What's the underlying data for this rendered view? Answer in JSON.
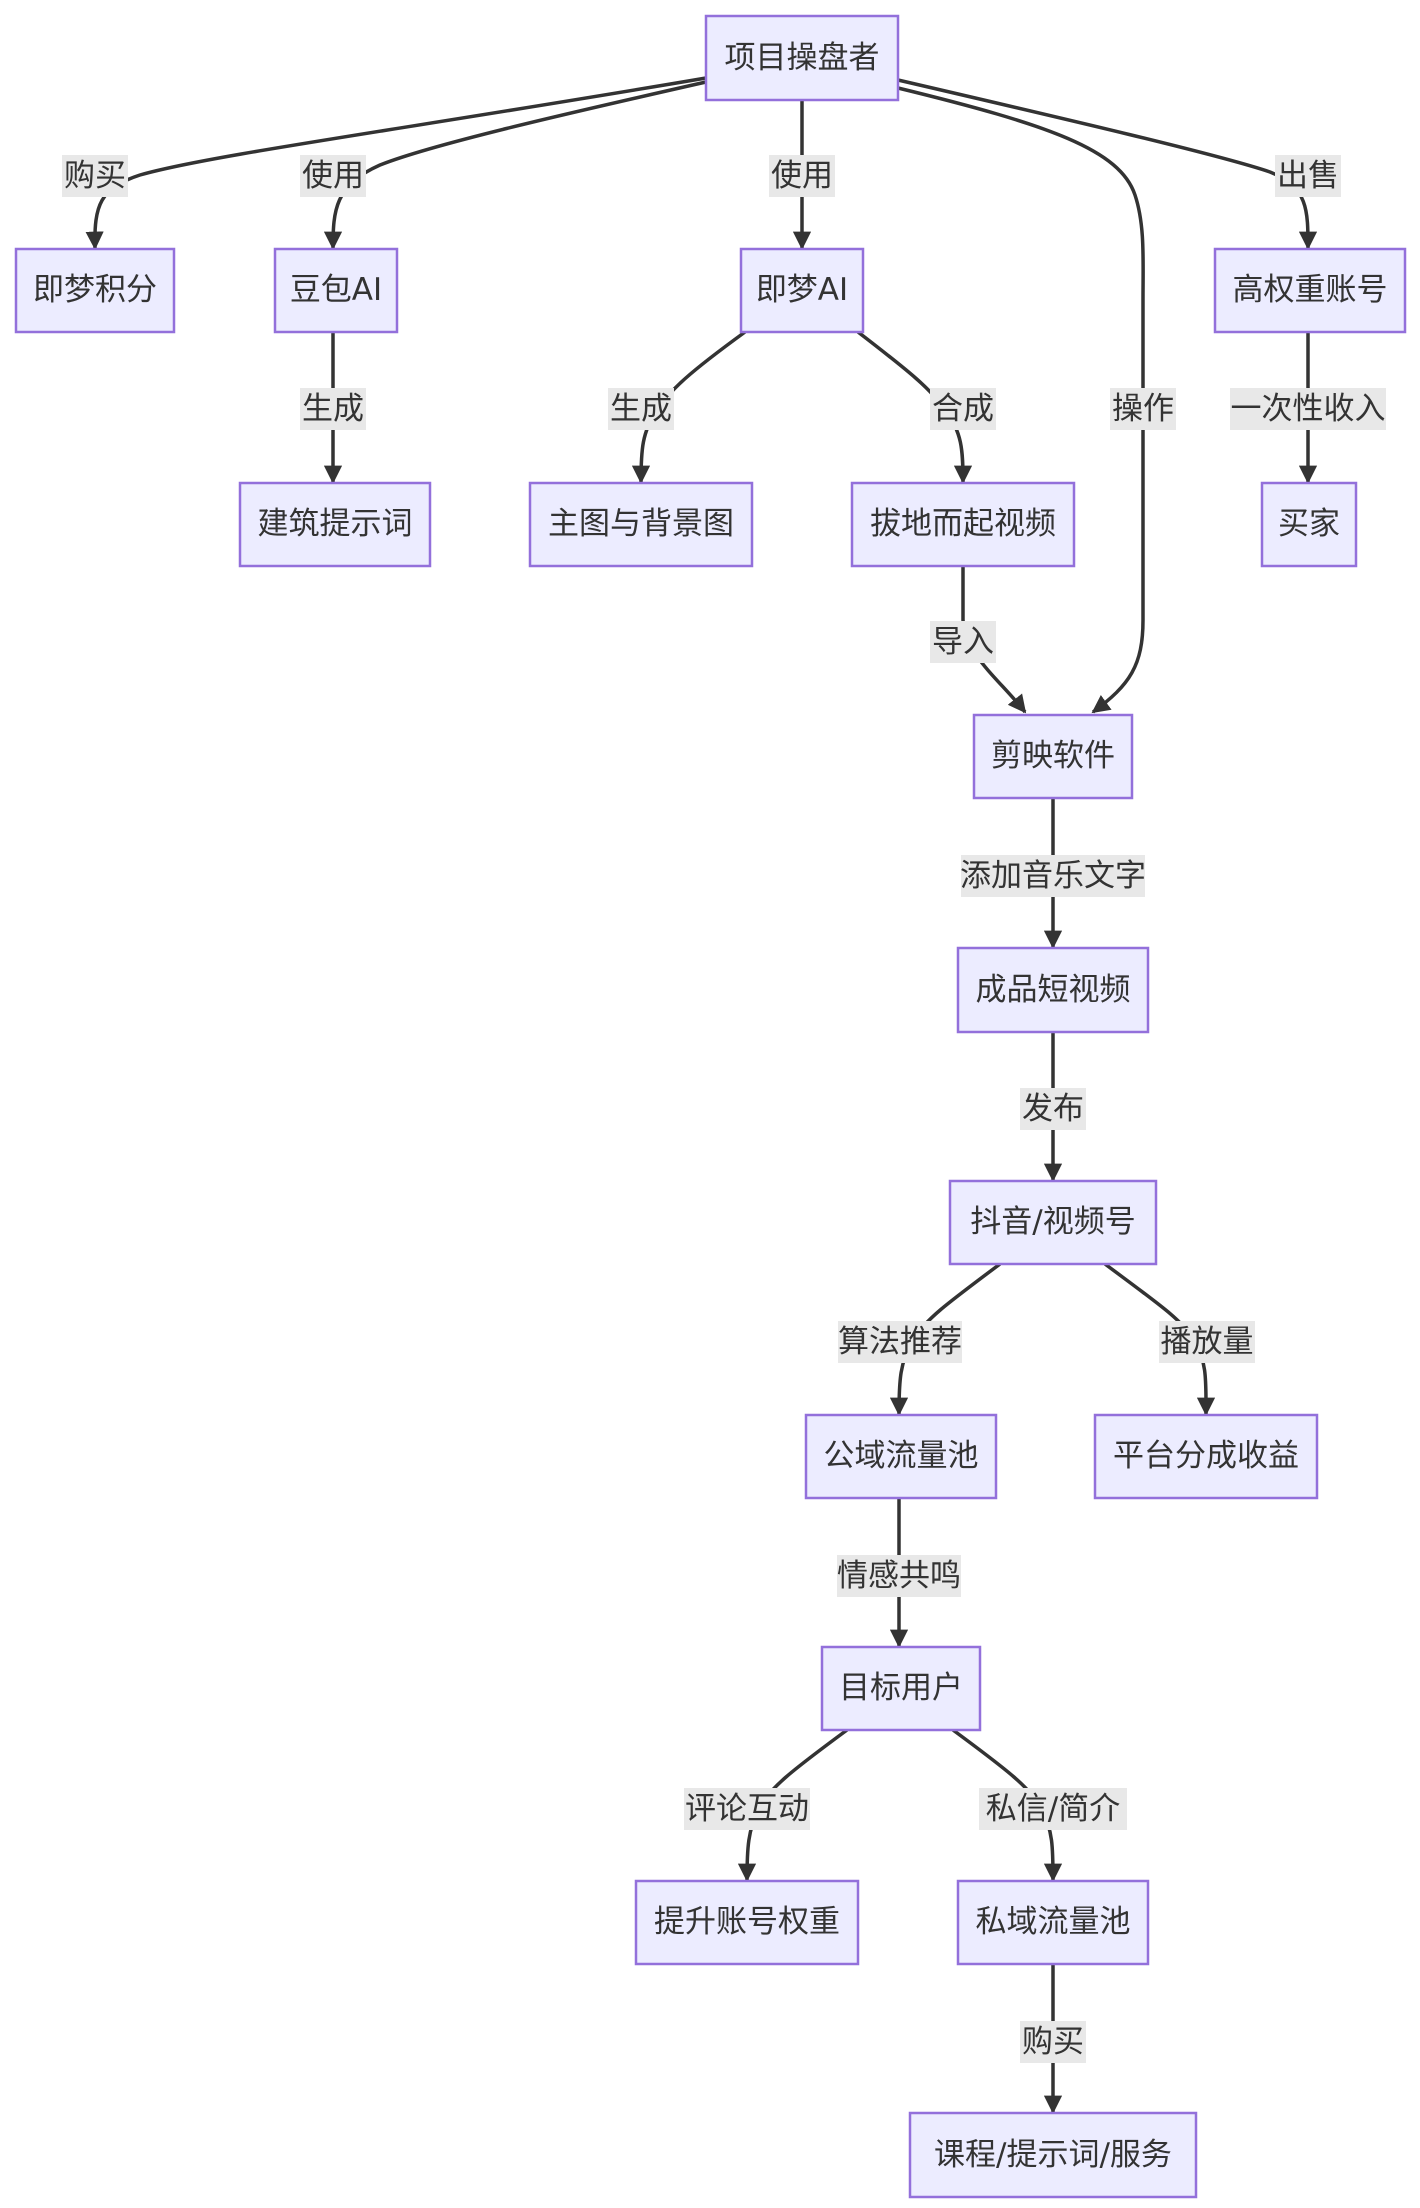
{
  "nodes": {
    "operator": "项目操盘者",
    "jimeng_points": "即梦积分",
    "doubao_ai": "豆包AI",
    "jimeng_ai": "即梦AI",
    "high_weight_account": "高权重账号",
    "arch_prompt": "建筑提示词",
    "main_bg_image": "主图与背景图",
    "rise_video": "拔地而起视频",
    "buyer": "买家",
    "jianying": "剪映软件",
    "final_video": "成品短视频",
    "douyin": "抖音/视频号",
    "public_pool": "公域流量池",
    "platform_revenue": "平台分成收益",
    "target_users": "目标用户",
    "account_weight": "提升账号权重",
    "private_pool": "私域流量池",
    "courses": "课程/提示词/服务"
  },
  "edges": {
    "buy": "购买",
    "use_doubao": "使用",
    "use_jimeng": "使用",
    "operate": "操作",
    "sell": "出售",
    "gen_prompt": "生成",
    "gen_images": "生成",
    "compose": "合成",
    "one_time": "一次性收入",
    "import": "导入",
    "add_music": "添加音乐文字",
    "publish": "发布",
    "algorithm": "算法推荐",
    "views": "播放量",
    "emotion": "情感共鸣",
    "comments": "评论互动",
    "private_msg": "私信/简介",
    "buy_courses": "购买"
  },
  "colors": {
    "node_fill": "#ECECFF",
    "node_stroke": "#9370DB",
    "edge": "#333333",
    "label_bg": "#E8E8E8",
    "text": "#333333"
  }
}
